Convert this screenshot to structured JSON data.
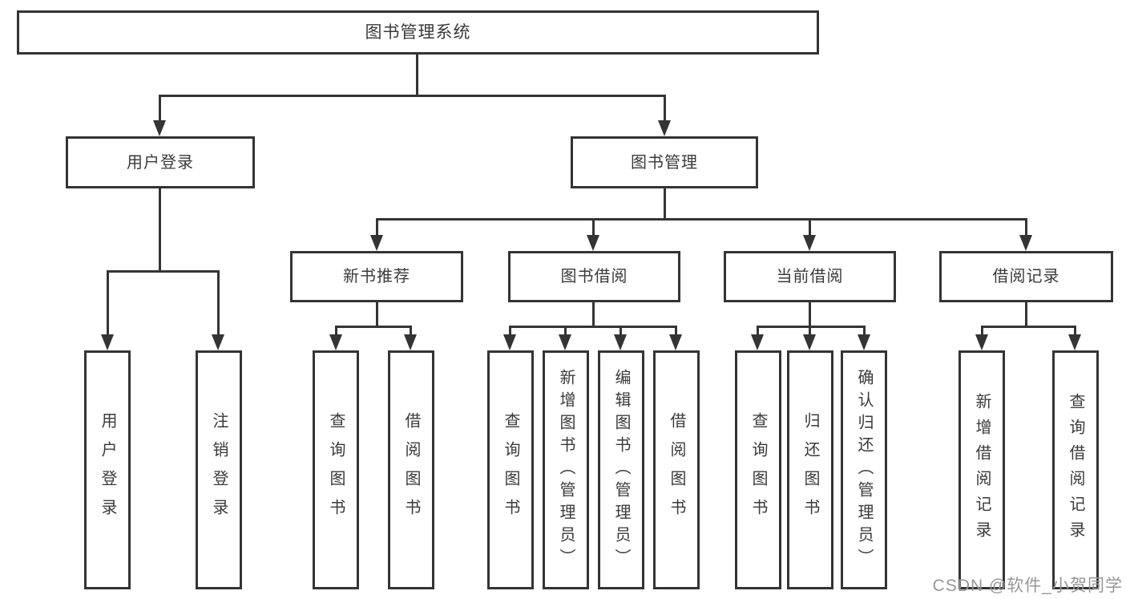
{
  "diagram": {
    "title": "图书管理系统",
    "level2": {
      "user_login": "用户登录",
      "book_management": "图书管理"
    },
    "level3": {
      "new_book_recommend": "新书推荐",
      "book_borrow": "图书借阅",
      "current_borrow": "当前借阅",
      "borrow_records": "借阅记录"
    },
    "leaves": {
      "user_login": [
        "用户登录",
        "注销登录"
      ],
      "new_book_recommend": [
        "查询图书",
        "借阅图书"
      ],
      "book_borrow": [
        "查询图书",
        "新增图书（管理员）",
        "编辑图书（管理员）",
        "借阅图书"
      ],
      "current_borrow": [
        "查询图书",
        "归还图书",
        "确认归还（管理员）"
      ],
      "borrow_records": [
        "新增借阅记录",
        "查询借阅记录"
      ]
    }
  },
  "watermark": "CSDN @软件_小贺同学",
  "colors": {
    "line": "#343434",
    "text": "#3a3a3a",
    "watermark": "#979797",
    "background": "#ffffff"
  }
}
